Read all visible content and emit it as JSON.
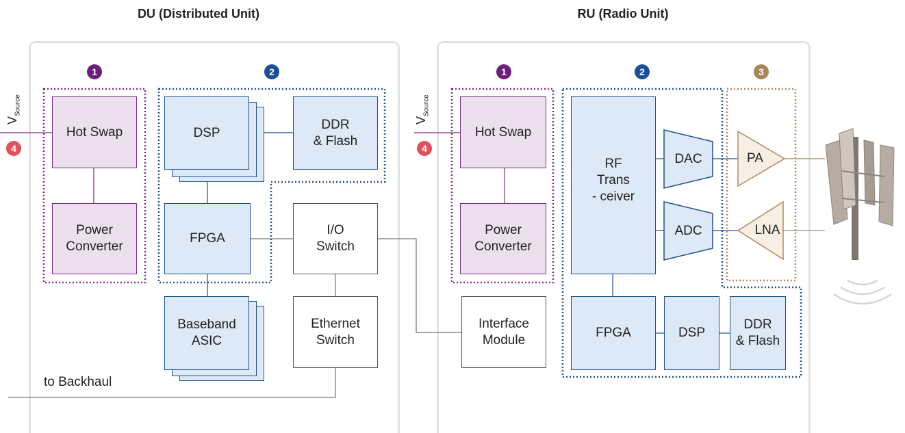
{
  "du": {
    "title": "DU (Distributed Unit)",
    "vsource": {
      "main": "V",
      "sub": "Source"
    },
    "badges": {
      "b1": "1",
      "b2": "2",
      "b4": "4"
    },
    "blocks": {
      "hot_swap": "Hot Swap",
      "power_converter": "Power\nConverter",
      "dsp": "DSP",
      "ddr_flash": "DDR\n& Flash",
      "fpga": "FPGA",
      "io_switch": "I/O\nSwitch",
      "baseband_asic": "Baseband\nASIC",
      "ethernet_switch": "Ethernet\nSwitch"
    },
    "backhaul_label": "to Backhaul"
  },
  "ru": {
    "title": "RU (Radio Unit)",
    "vsource": {
      "main": "V",
      "sub": "Source"
    },
    "badges": {
      "b1": "1",
      "b2": "2",
      "b3": "3",
      "b4": "4"
    },
    "blocks": {
      "hot_swap": "Hot Swap",
      "power_converter": "Power\nConverter",
      "rf_transceiver": "RF\nTrans\n- ceiver",
      "dac": "DAC",
      "adc": "ADC",
      "pa": "PA",
      "lna": "LNA",
      "fpga": "FPGA",
      "dsp": "DSP",
      "ddr_flash": "DDR\n& Flash",
      "interface_module": "Interface\nModule"
    }
  },
  "colors": {
    "badge_1": "#6b1f7a",
    "badge_2": "#1a4f95",
    "badge_3": "#a8865a",
    "badge_4": "#e4505a",
    "group_1": "#7b2b84",
    "group_2": "#1d4f8f",
    "group_3": "#b08a5a"
  },
  "icons": {
    "antenna": "cell-tower-antenna-icon",
    "signal": "radio-waves-icon"
  }
}
